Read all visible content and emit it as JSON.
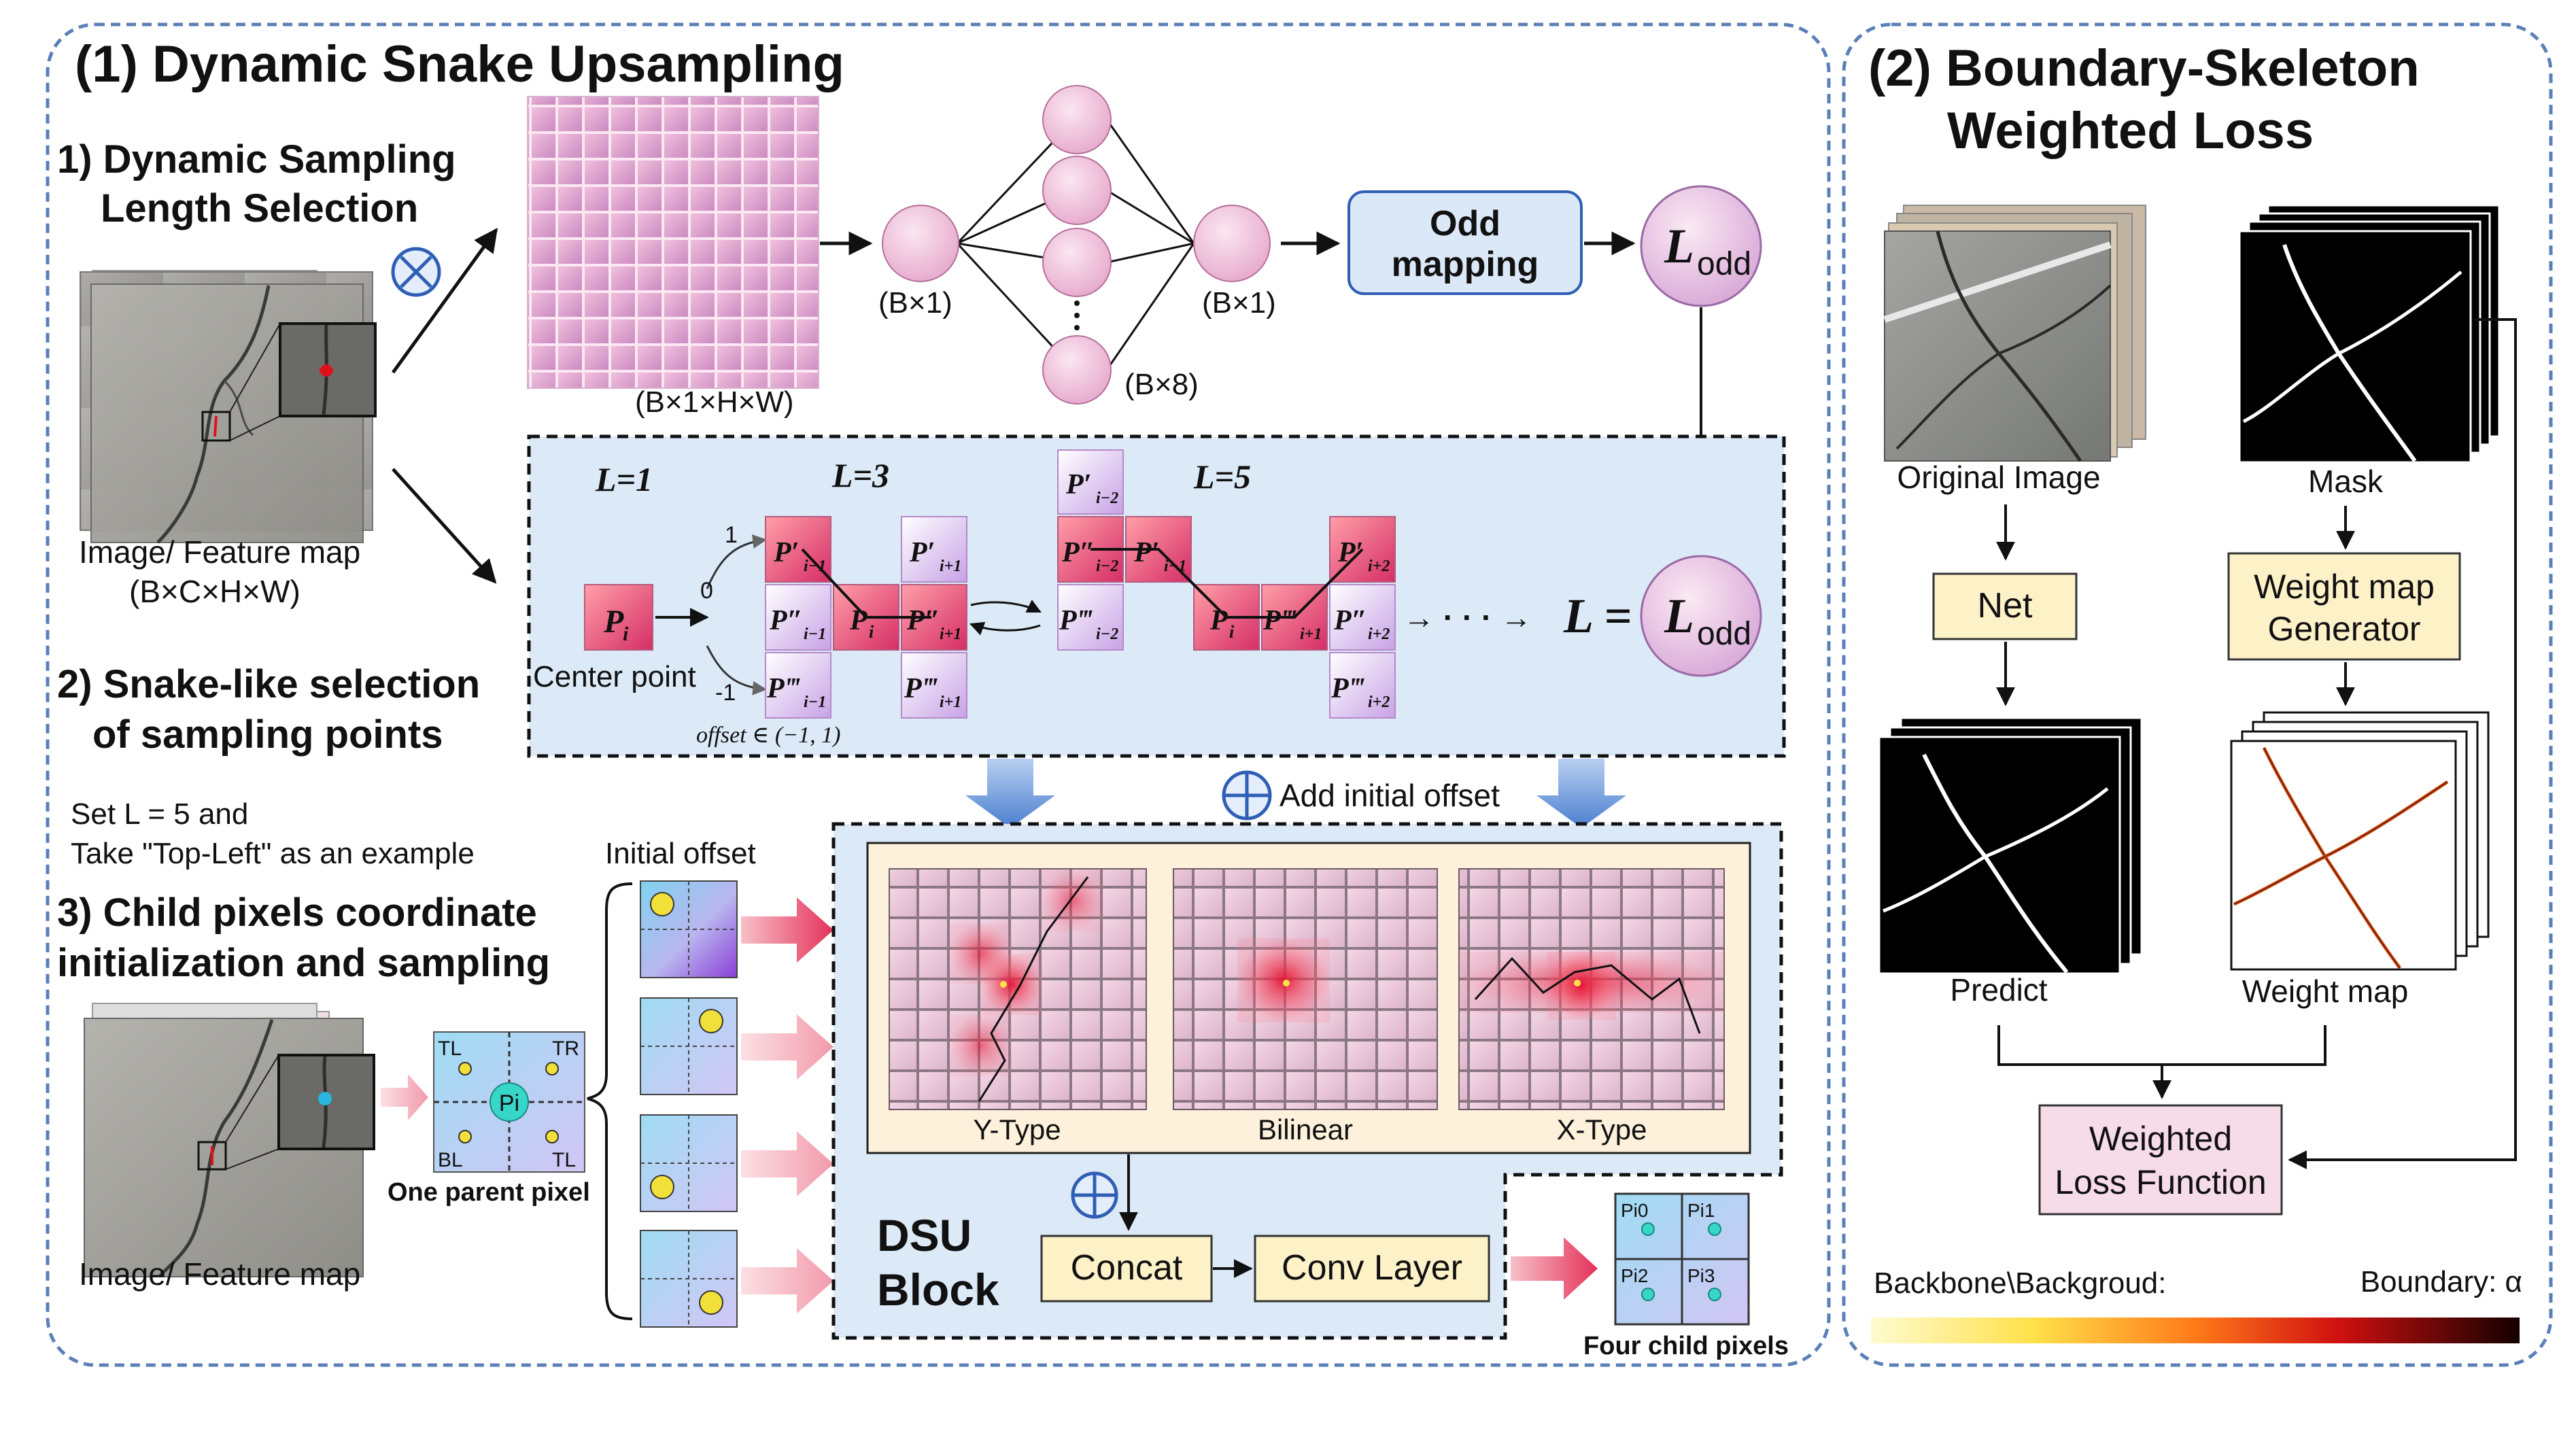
{
  "left_panel": {
    "title": "(1) Dynamic Snake Upsampling",
    "step1_line1": "1) Dynamic Sampling",
    "step1_line2": "Length Selection",
    "step2_line1": "2) Snake-like selection",
    "step2_line2": "of sampling points",
    "step3_line1": "3) Child pixels coordinate",
    "step3_line2": "initialization and sampling",
    "example_line1": "Set L = 5 and",
    "example_line2": "Take \"Top-Left\" as an example",
    "feature_map_label": "Image/ Feature map",
    "feature_map_dims": "(B×C×H×W)",
    "feature_map_label_2": "Image/ Feature map",
    "grid_dims": "(B×1×H×W)",
    "node_in": "(B×1)",
    "node_out": "(B×1)",
    "node_hidden": "(B×8)",
    "odd_mapping_line1": "Odd",
    "odd_mapping_line2": "mapping",
    "l_odd_main": "L",
    "l_odd_sub": "odd",
    "l1": "L=1",
    "l3": "L=3",
    "l5": "L=5",
    "center_point": "Center point",
    "offset_label": "offset ∈ (−1, 1)",
    "tick_pos": "1",
    "tick_zero": "0",
    "tick_neg": "-1",
    "l_equals": "L =",
    "ellipsis": "→ · · · →",
    "add_initial_offset": "Add initial offset",
    "initial_offset": "Initial offset",
    "parent_labels": {
      "tl": "TL",
      "tr": "TR",
      "bl": "BL",
      "tl2": "TL",
      "pi": "Pi"
    },
    "one_parent_pixel": "One parent pixel",
    "y_type": "Y-Type",
    "bilinear": "Bilinear",
    "x_type": "X-Type",
    "dsu_line1": "DSU",
    "dsu_line2": "Block",
    "concat": "Concat",
    "conv_layer": "Conv Layer",
    "four_child_pixels": "Four child pixels",
    "child_labels": [
      "Pi0",
      "Pi1",
      "Pi2",
      "Pi3"
    ]
  },
  "right_panel": {
    "title_line1": "(2) Boundary-Skeleton",
    "title_line2": "Weighted Loss",
    "original_image": "Original Image",
    "mask": "Mask",
    "net": "Net",
    "weight_gen_line1": "Weight map",
    "weight_gen_line2": "Generator",
    "predict": "Predict",
    "weight_map": "Weight map",
    "loss_line1": "Weighted",
    "loss_line2": "Loss Function",
    "backbone_label": "Backbone\\Backgroud:",
    "boundary_label": "Boundary: α"
  },
  "colors": {
    "panel_border": "#5b7fb8",
    "light_blue": "#dce9f7",
    "box_yellow": "#fdf1c8",
    "odd_blue": "#dbe8f8",
    "pink_cell": "#e08ab8",
    "loss_pink": "#f6dbe8"
  }
}
